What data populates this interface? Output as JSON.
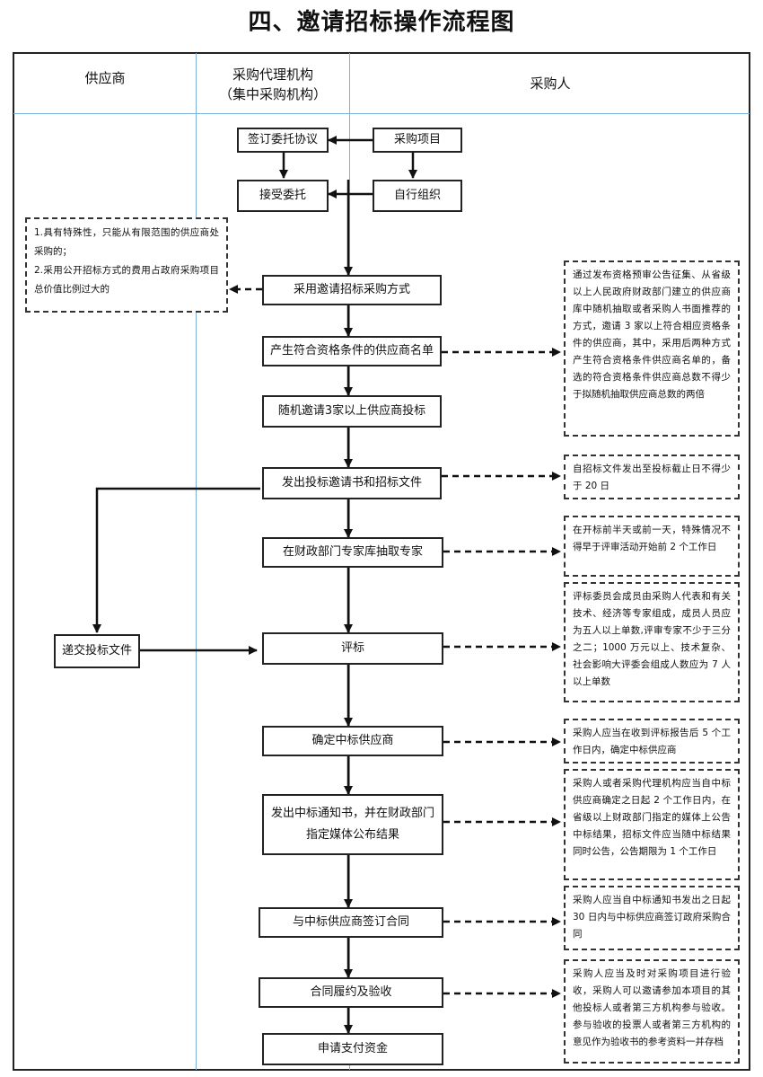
{
  "title": "四、邀请招标操作流程图",
  "columns": {
    "supplier": "供应商",
    "agency_line1": "采购代理机构",
    "agency_line2": "（集中采购机构）",
    "purchaser": "采购人"
  },
  "boxes": {
    "sign_agreement": "签订委托协议",
    "purchase_project": "采购项目",
    "accept_entrust": "接受委托",
    "self_organize": "自行组织",
    "invite_method": "采用邀请招标采购方式",
    "qualified_list": "产生符合资格条件的供应商名单",
    "random_invite": "随机邀请3家以上供应商投标",
    "issue_invitation": "发出投标邀请书和招标文件",
    "draw_experts": "在财政部门专家库抽取专家",
    "submit_bid": "递交投标文件",
    "evaluation": "评标",
    "determine_winner": "确定中标供应商",
    "notice_line1": "发出中标通知书，并在财政部门",
    "notice_line2": "指定媒体公布结果",
    "sign_contract": "与中标供应商签订合同",
    "performance": "合同履约及验收",
    "payment": "申请支付资金"
  },
  "notes": {
    "special": "1.具有特殊性，只能从有限范围的供应商处采购的；\n2.采用公开招标方式的费用占政府采购项目总价值比例过大的",
    "qualified": "通过发布资格预审公告征集、从省级以上人民政府财政部门建立的供应商库中随机抽取或者采购人书面推荐的方式，邀请 3 家以上符合相应资格条件的供应商，其中，采用后两种方式产生符合资格条件供应商名单的，备选的符合资格条件供应商总数不得少于拟随机抽取供应商总数的两倍",
    "bid_deadline": "自招标文件发出至投标截止日不得少于 20 日",
    "experts": "在开标前半天或前一天，特殊情况不得早于评审活动开始前 2 个工作日",
    "committee": "评标委员会成员由采购人代表和有关技术、经济等专家组成，成员人员应为五人以上单数,评审专家不少于三分之二；1000 万元以上、技术复杂、社会影响大评委会组成人数应为 7 人以上单数",
    "winner": "采购人应当在收到评标报告后 5 个工作日内，确定中标供应商",
    "announce": "采购人或者采购代理机构应当自中标供应商确定之日起 2 个工作日内，在省级以上财政部门指定的媒体上公告中标结果，招标文件应当随中标结果同时公告，公告期限为 1 个工作日",
    "contract": "采购人应当自中标通知书发出之日起 30 日内与中标供应商签订政府采购合同",
    "acceptance": "采购人应当及时对采购项目进行验收，采购人可以邀请参加本项目的其他投标人或者第三方机构参与验收。参与验收的投票人或者第三方机构的意见作为验收书的参考资料一并存档"
  }
}
